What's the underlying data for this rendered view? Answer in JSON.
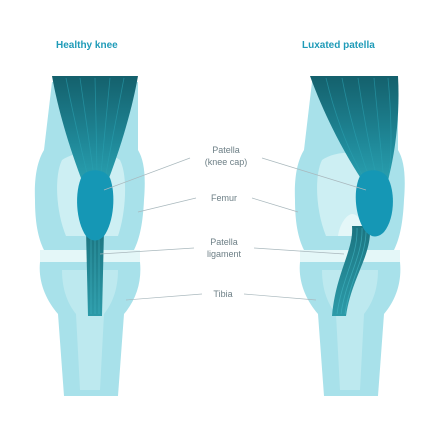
{
  "titles": {
    "left": "Healthy knee",
    "right": "Luxated patella"
  },
  "labels": {
    "patella_line1": "Patella",
    "patella_line2": "(knee cap)",
    "femur": "Femur",
    "ligament_line1": "Patella",
    "ligament_line2": "ligament",
    "tibia": "Tibia"
  },
  "colors": {
    "bone_light": "#cdeff3",
    "bone_mid": "#a8e1ea",
    "bone_dark": "#8fd4e0",
    "cartilage": "#e4f7f8",
    "muscle": "#1b6f7d",
    "muscle_mid": "#2a95a3",
    "patella": "#1597b5",
    "title": "#1f9bb8",
    "label": "#6d7f86"
  }
}
